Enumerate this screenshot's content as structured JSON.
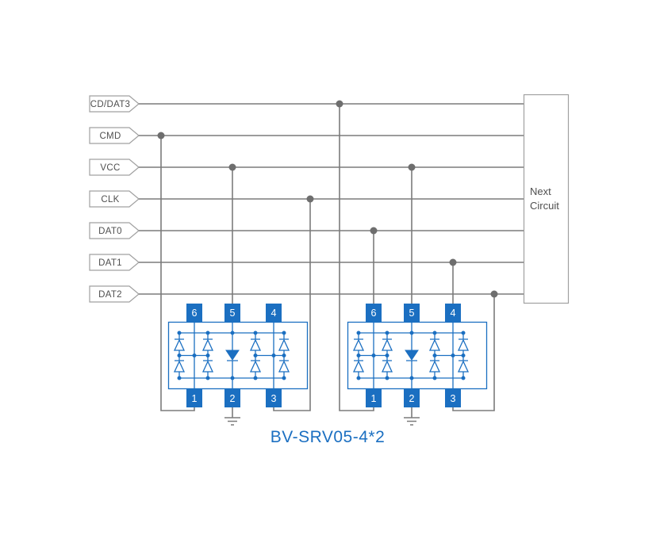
{
  "title": "BV-SRV05-4*2",
  "signals": [
    {
      "label": "CD/DAT3"
    },
    {
      "label": "CMD"
    },
    {
      "label": "VCC"
    },
    {
      "label": "CLK"
    },
    {
      "label": "DAT0"
    },
    {
      "label": "DAT1"
    },
    {
      "label": "DAT2"
    }
  ],
  "next_circuit": {
    "label": "Next Circuit"
  },
  "chip": {
    "pins_top": [
      "6",
      "5",
      "4"
    ],
    "pins_bottom": [
      "1",
      "2",
      "3"
    ]
  },
  "colors": {
    "accent_blue": "#1b6fc1",
    "wire_gray": "#7b7b7b",
    "junction_gray": "#6e6e6e",
    "box_border_gray": "#a0a0a0",
    "label_text_gray": "#4f4f4f"
  }
}
